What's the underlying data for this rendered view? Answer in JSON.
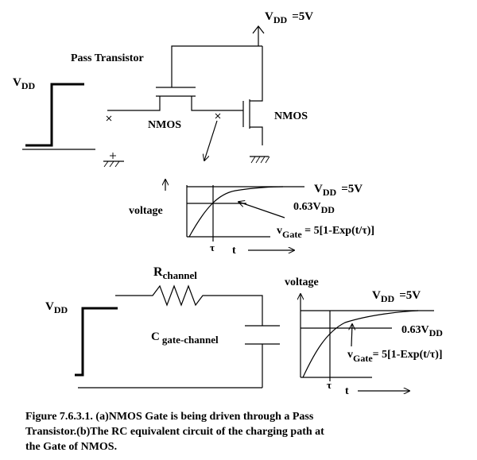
{
  "vdd_supply": {
    "v": "V",
    "sub": "DD",
    "value": "=5V"
  },
  "pass_transistor_label": "Pass Transistor",
  "vdd_input": {
    "v": "V",
    "sub": "DD"
  },
  "nmos_pass_label": "NMOS",
  "nmos_label": "NMOS",
  "graph_a": {
    "vdd": {
      "v": "V",
      "sub": "DD",
      "value": "=5V"
    },
    "ylabel": "voltage",
    "level_063": {
      "text": "0.63V",
      "sub": "DD"
    },
    "equation": {
      "v": "v",
      "sub": "Gate",
      "rest": " = 5[1-Exp(t/τ)]"
    },
    "tau": "τ",
    "t": "t"
  },
  "r_label": {
    "r": "R",
    "sub": "channel"
  },
  "c_label": {
    "c": "C",
    "sub": "gate-channel"
  },
  "vdd_b": {
    "v": "V",
    "sub": "DD"
  },
  "graph_b": {
    "ylabel": "voltage",
    "vdd": {
      "v": "V",
      "sub": "DD",
      "value": "=5V"
    },
    "level_063": {
      "text": "0.63V",
      "sub": "DD"
    },
    "equation": {
      "v": "v",
      "sub": "Gate",
      "rest": "= 5[1-Exp(t/τ)]"
    },
    "tau": "τ",
    "t": "t"
  },
  "caption": [
    "Figure 7.6.3.1. (a)NMOS Gate is being driven through a Pass",
    "Transistor.(b)The RC equivalent circuit of the charging path at",
    "the Gate of NMOS."
  ]
}
